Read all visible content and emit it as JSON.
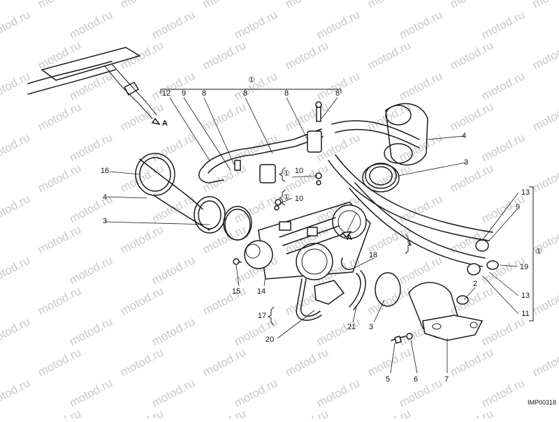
{
  "diagram": {
    "watermark": "motod.ru",
    "drawing_code": "IMP00318",
    "section_marker": "A",
    "group_symbol": "①",
    "part_labels": [
      "1",
      "2",
      "3",
      "3",
      "3",
      "4",
      "4",
      "5",
      "6",
      "7",
      "8",
      "8",
      "8",
      "8",
      "9",
      "9",
      "10",
      "10",
      "11",
      "12",
      "13",
      "13",
      "14",
      "15",
      "16",
      "17",
      "18",
      "19",
      "20",
      "21"
    ]
  }
}
